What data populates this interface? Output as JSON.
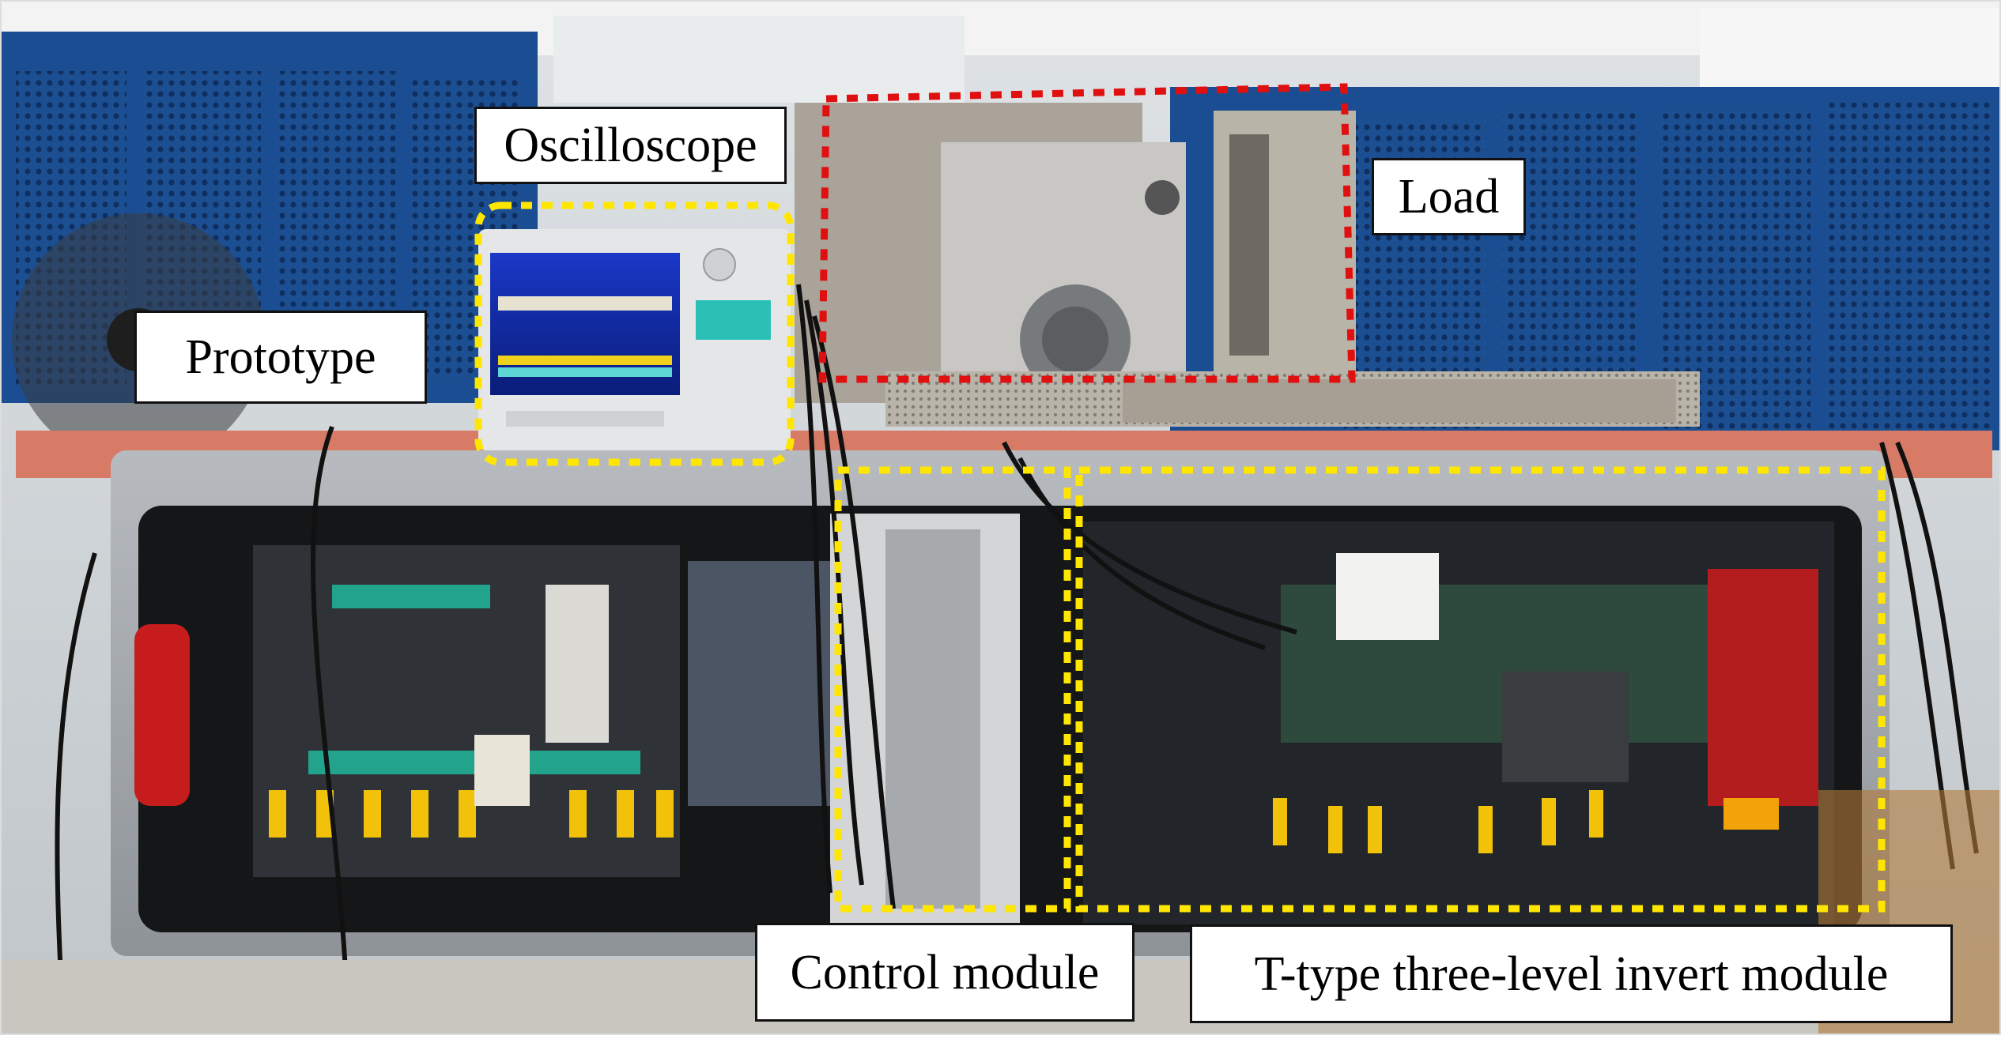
{
  "image": {
    "subject": "T-type three-level inverter laboratory test bench photograph",
    "colors": {
      "highlight_yellow": "#ffe600",
      "highlight_red": "#e01010",
      "cabinet_blue": "#1b4f93",
      "chassis_gray": "#8d9196",
      "label_bg": "#ffffff"
    }
  },
  "labels": {
    "oscilloscope": "Oscilloscope",
    "load": "Load",
    "prototype": "Prototype",
    "control_module": "Control module",
    "invert_module": "T-type three-level invert module"
  },
  "icons": [
    "fan-icon",
    "oscilloscope-icon",
    "cable-icon"
  ]
}
